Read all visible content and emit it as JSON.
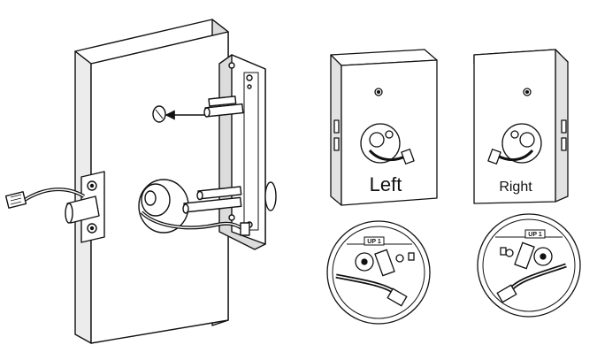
{
  "panels": {
    "left": {
      "label": "Left"
    },
    "right": {
      "label": "Right"
    }
  },
  "zoom_badges": {
    "left": "UP 1",
    "right": "UP 1"
  },
  "colors": {
    "stroke": "#111111",
    "door_side": "#dcdcdc",
    "panel_side": "#e2e2e2",
    "background": "#ffffff"
  }
}
